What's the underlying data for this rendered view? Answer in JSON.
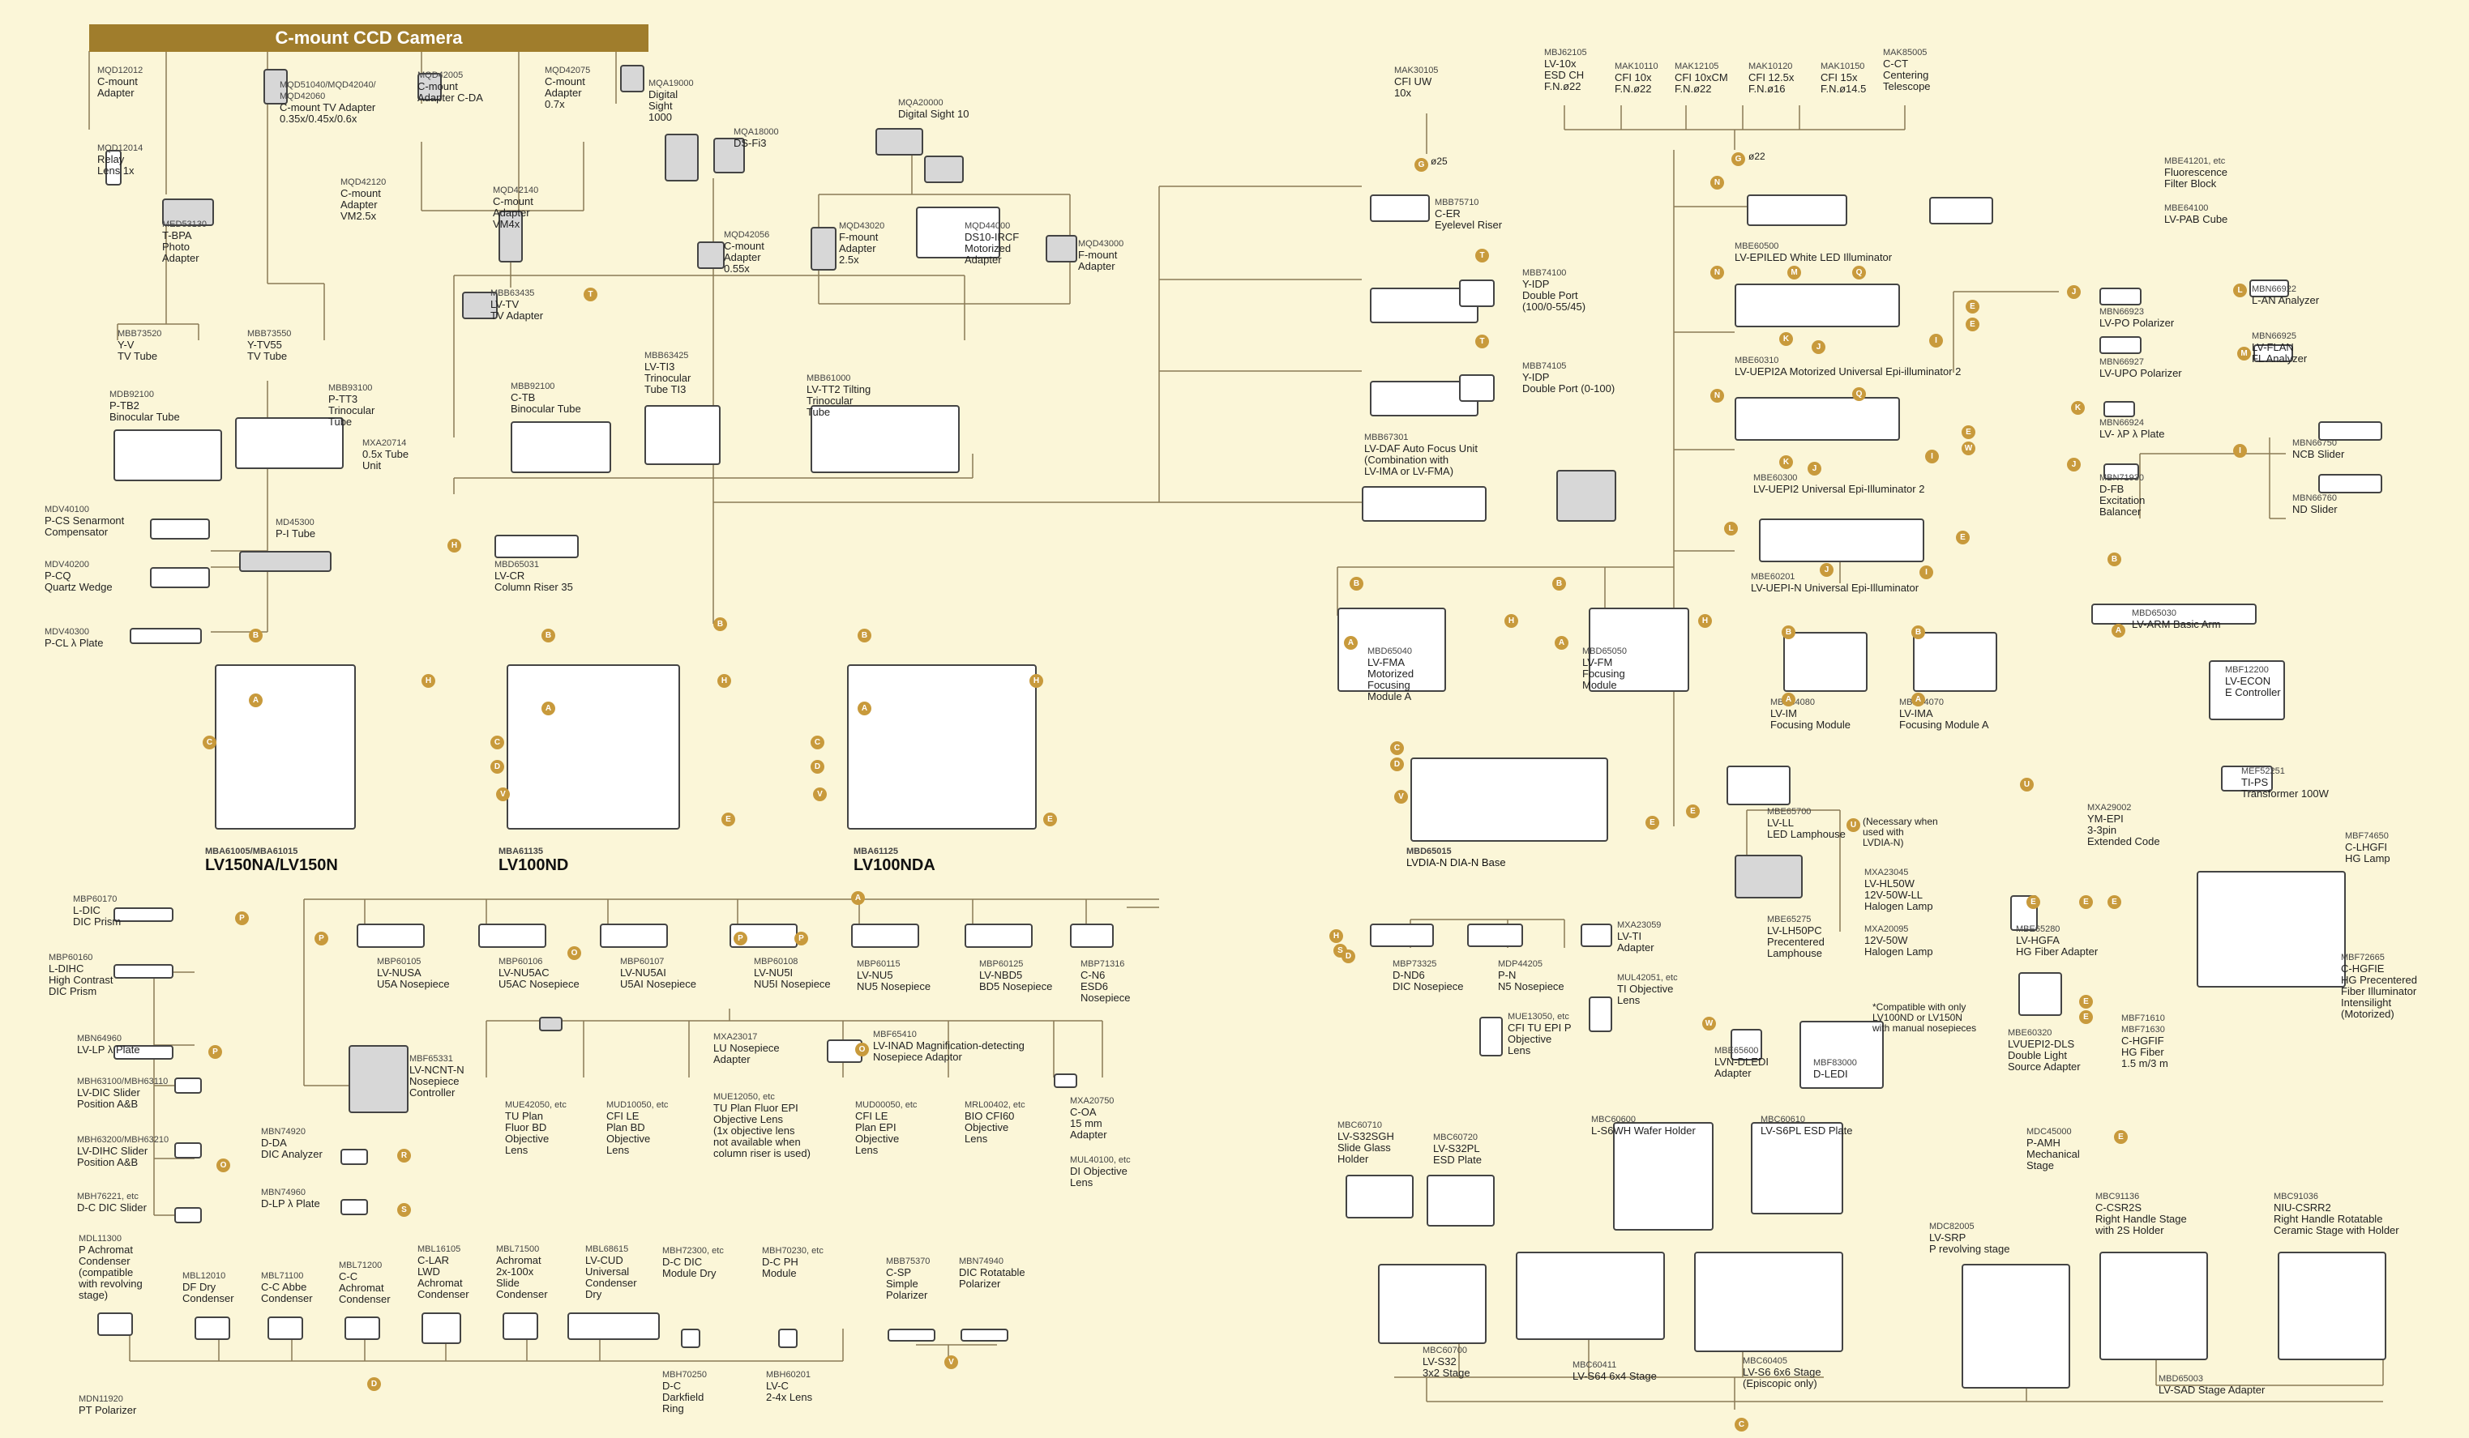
{
  "header": {
    "title": "C-mount CCD Camera"
  },
  "colors": {
    "background": "#fbf6d8",
    "header": "#a07d2c",
    "badge": "#c89a3c",
    "line": "#8a7a55"
  },
  "components": [
    {
      "id": "c-mount-adapter",
      "code": "MQD12012",
      "label": "C-mount\nAdapter"
    },
    {
      "id": "relay-lens",
      "code": "MQD12014",
      "label": "Relay\nLens 1x"
    },
    {
      "id": "c-mount-tv-adapter",
      "code": "MQD51040/MQD42040/\nMQD42060",
      "label": "C-mount TV Adapter\n0.35x/0.45x/0.6x"
    },
    {
      "id": "c-mount-adapter-cda",
      "code": "MQD42005",
      "label": "C-mount\nAdapter C-DA"
    },
    {
      "id": "c-mount-adapter-07",
      "code": "MQD42075",
      "label": "C-mount\nAdapter\n0.7x"
    },
    {
      "id": "digital-sight-1000",
      "code": "MQA19000",
      "label": "Digital\nSight\n1000"
    },
    {
      "id": "ds-fi3",
      "code": "MQA18000",
      "label": "DS-Fi3"
    },
    {
      "id": "digital-sight-10",
      "code": "MQA20000",
      "label": "Digital Sight 10"
    },
    {
      "id": "cfi-uw",
      "code": "MAK30105",
      "label": "CFI UW\n10x"
    },
    {
      "id": "lv-10x-esd",
      "code": "MBJ62105",
      "label": "LV-10x\nESD CH\nF.N.ø22"
    },
    {
      "id": "cfi-10x",
      "code": "MAK10110",
      "label": "CFI 10x\nF.N.ø22"
    },
    {
      "id": "cfi-10x-cm",
      "code": "MAK12105",
      "label": "CFI 10xCM\nF.N.ø22"
    },
    {
      "id": "cfi-12-5x",
      "code": "MAK10120",
      "label": "CFI 12.5x\nF.N.ø16"
    },
    {
      "id": "cfi-15x",
      "code": "MAK10150",
      "label": "CFI 15x\nF.N.ø14.5"
    },
    {
      "id": "c-ct",
      "code": "MAK85005",
      "label": "C-CT\nCentering\nTelescope"
    },
    {
      "id": "fluo-filter-block",
      "code": "MBE41201, etc",
      "label": "Fluorescence\nFilter Block"
    },
    {
      "id": "lv-pab-cube",
      "code": "MBE64100",
      "label": "LV-PAB Cube"
    },
    {
      "id": "t-bpa",
      "code": "MED53130",
      "label": "T-BPA\nPhoto\nAdapter"
    },
    {
      "id": "c-mount-vm25",
      "code": "MQD42120",
      "label": "C-mount\nAdapter\nVM2.5x"
    },
    {
      "id": "c-mount-vm4",
      "code": "MQD42140",
      "label": "C-mount\nAdapter\nVM4x"
    },
    {
      "id": "c-mount-055",
      "code": "MQD42056",
      "label": "C-mount\nAdapter\n0.55x"
    },
    {
      "id": "f-mount-25",
      "code": "MQD43020",
      "label": "F-mount\nAdapter\n2.5x"
    },
    {
      "id": "ds10-ircf",
      "code": "MQD44000",
      "label": "DS10-IRCF\nMotorized\nAdapter"
    },
    {
      "id": "f-mount",
      "code": "MQD43000",
      "label": "F-mount\nAdapter"
    },
    {
      "id": "c-er",
      "code": "MBB75710",
      "label": "C-ER\nEyelevel Riser"
    },
    {
      "id": "lv-epiled",
      "code": "MBE60500",
      "label": "LV-EPILED White LED Illuminator"
    },
    {
      "id": "lv-tv",
      "code": "MBB63435",
      "label": "LV-TV\nTV Adapter"
    },
    {
      "id": "y-idp-1",
      "code": "MBB74100",
      "label": "Y-IDP\nDouble Port\n(100/0-55/45)"
    },
    {
      "id": "y-v",
      "code": "MBB73520",
      "label": "Y-V\nTV Tube"
    },
    {
      "id": "y-tv55",
      "code": "MBB73550",
      "label": "Y-TV55\nTV Tube"
    },
    {
      "id": "lv-ti3",
      "code": "MBB63425",
      "label": "LV-TI3\nTrinocular\nTube TI3"
    },
    {
      "id": "lv-uepi2a",
      "code": "MBE60310",
      "label": "LV-UEPI2A Motorized Universal Epi-illuminator 2"
    },
    {
      "id": "lv-tt2",
      "code": "MBB61000",
      "label": "LV-TT2 Tilting\nTrinocular\nTube"
    },
    {
      "id": "y-idp-2",
      "code": "MBB74105",
      "label": "Y-IDP\nDouble Port (0-100)"
    },
    {
      "id": "p-tt3",
      "code": "MBB93100",
      "label": "P-TT3\nTrinocular\nTube"
    },
    {
      "id": "p-tb2",
      "code": "MDB92100",
      "label": "P-TB2\nBinocular Tube"
    },
    {
      "id": "c-tb",
      "code": "MBB92100",
      "label": "C-TB\nBinocular Tube"
    },
    {
      "id": "tube-unit",
      "code": "MXA20714",
      "label": "0.5x Tube\nUnit"
    },
    {
      "id": "lv-daf",
      "code": "MBB67301",
      "label": "LV-DAF Auto Focus Unit\n(Combination with\nLV-IMA or LV-FMA)"
    },
    {
      "id": "lv-uepi2",
      "code": "MBE60300",
      "label": "LV-UEPI2 Universal Epi-Illuminator 2"
    },
    {
      "id": "p-cs",
      "code": "MDV40100",
      "label": "P-CS Senarmont\nCompensator"
    },
    {
      "id": "p-i-tube",
      "code": "MD45300",
      "label": "P-I Tube"
    },
    {
      "id": "p-cq",
      "code": "MDV40200",
      "label": "P-CQ\nQuartz Wedge"
    },
    {
      "id": "lv-cr",
      "code": "MBD65031",
      "label": "LV-CR\nColumn Riser 35"
    },
    {
      "id": "p-cl",
      "code": "MDV40300",
      "label": "P-CL λ Plate"
    },
    {
      "id": "lv-uepi-n",
      "code": "MBE60201",
      "label": "LV-UEPI-N Universal Epi-Illuminator"
    },
    {
      "id": "lv-po",
      "code": "MBN66923",
      "label": "LV-PO Polarizer"
    },
    {
      "id": "lv-upo",
      "code": "MBN66927",
      "label": "LV-UPO Polarizer"
    },
    {
      "id": "l-an",
      "code": "MBN66922",
      "label": "L-AN Analyzer"
    },
    {
      "id": "lv-flan",
      "code": "MBN66925",
      "label": "LV-FLAN\nFL Analyzer"
    },
    {
      "id": "lv-lambda",
      "code": "MBN66924",
      "label": "LV- λP λ Plate"
    },
    {
      "id": "d-fb",
      "code": "MBN71930",
      "label": "D-FB\nExcitation\nBalancer"
    },
    {
      "id": "ncb-slider",
      "code": "MBN66750",
      "label": "NCB Slider"
    },
    {
      "id": "nd-slider",
      "code": "MBN66760",
      "label": "ND Slider"
    },
    {
      "id": "lv-arm",
      "code": "MBD65030",
      "label": "LV-ARM Basic Arm"
    },
    {
      "id": "lv-fma",
      "code": "MBD65040",
      "label": "LV-FMA\nMotorized\nFocusing\nModule A"
    },
    {
      "id": "lv-fm",
      "code": "MBD65050",
      "label": "LV-FM\nFocusing\nModule"
    },
    {
      "id": "lv-im",
      "code": "MBD64080",
      "label": "LV-IM\nFocusing Module"
    },
    {
      "id": "lv-ima",
      "code": "MBD64070",
      "label": "LV-IMA\nFocusing Module A"
    },
    {
      "id": "lv-econ",
      "code": "MBF12200",
      "label": "LV-ECON\nE Controller"
    },
    {
      "id": "ti-ps",
      "code": "MEF52251",
      "label": "TI-PS\nTransformer 100W"
    },
    {
      "id": "lv-ll",
      "code": "MBE65700",
      "label": "LV-LL\nLED Lamphouse"
    },
    {
      "id": "lv-lh50pc",
      "code": "MBE65275",
      "label": "LV-LH50PC\nPrecentered\nLamphouse"
    },
    {
      "id": "lv-hl50w",
      "code": "MXA23045",
      "label": "LV-HL50W\n12V-50W-LL\nHalogen Lamp"
    },
    {
      "id": "halogen-12v",
      "code": "MXA20095",
      "label": "12V-50W\nHalogen Lamp"
    },
    {
      "id": "ym-epi",
      "code": "MXA29002",
      "label": "YM-EPI\n3-3pin\nExtended Code"
    },
    {
      "id": "c-lhgfi",
      "code": "MBF74650",
      "label": "C-LHGFI\nHG Lamp"
    },
    {
      "id": "l-dic",
      "code": "MBP60170",
      "label": "L-DIC\nDIC Prism"
    },
    {
      "id": "l-dihc",
      "code": "MBP60160",
      "label": "L-DIHC\nHigh Contrast\nDIC Prism"
    },
    {
      "id": "lv-lp",
      "code": "MBN64960",
      "label": "LV-LP λ Plate"
    },
    {
      "id": "lv-nusa",
      "code": "MBP60105",
      "label": "LV-NUSA\nU5A Nosepiece"
    },
    {
      "id": "lv-nu5ac",
      "code": "MBP60106",
      "label": "LV-NU5AC\nU5AC Nosepiece"
    },
    {
      "id": "lv-nu5ai",
      "code": "MBP60107",
      "label": "LV-NU5AI\nU5AI Nosepiece"
    },
    {
      "id": "lv-nu5i",
      "code": "MBP60108",
      "label": "LV-NU5I\nNU5I Nosepiece"
    },
    {
      "id": "lv-nu5",
      "code": "MBP60115",
      "label": "LV-NU5\nNU5 Nosepiece"
    },
    {
      "id": "lv-nbd5",
      "code": "MBP60125",
      "label": "LV-NBD5\nBD5 Nosepiece"
    },
    {
      "id": "c-n6",
      "code": "MBP71316",
      "label": "C-N6\nESD6\nNosepiece"
    },
    {
      "id": "d-nd6",
      "code": "MBP73325",
      "label": "D-ND6\nDIC Nosepiece"
    },
    {
      "id": "p-n",
      "code": "MDP44205",
      "label": "P-N\nN5 Nosepiece"
    },
    {
      "id": "lv-ti",
      "code": "MXA23059",
      "label": "LV-TI\nAdapter"
    },
    {
      "id": "ti-objective",
      "code": "MUL42051, etc",
      "label": "TI Objective\nLens"
    },
    {
      "id": "cfi-tu-epi-p",
      "code": "MUE13050, etc",
      "label": "CFI TU EPI P\nObjective\nLens"
    },
    {
      "id": "lv-ncnt-n",
      "code": "MBF65331",
      "label": "LV-NCNT-N\nNosepiece\nController"
    },
    {
      "id": "lu-nosepiece",
      "code": "MXA23017",
      "label": "LU Nosepiece\nAdapter"
    },
    {
      "id": "lv-inad",
      "code": "MBF65410",
      "label": "LV-INAD Magnification-detecting\nNosepiece Adaptor"
    },
    {
      "id": "lv-dic-slider",
      "code": "MBH63100/MBH63110",
      "label": "LV-DIC Slider\nPosition A&B"
    },
    {
      "id": "lv-dihc-slider",
      "code": "MBH63200/MBH63210",
      "label": "LV-DIHC Slider\nPosition A&B"
    },
    {
      "id": "d-dc-slider",
      "code": "MBH76221, etc",
      "label": "D-C DIC Slider"
    },
    {
      "id": "d-da",
      "code": "MBN74920",
      "label": "D-DA\nDIC Analyzer"
    },
    {
      "id": "d-lp",
      "code": "MBN74960",
      "label": "D-LP λ Plate"
    },
    {
      "id": "tu-plan-fluor-bd",
      "code": "MUE42050, etc",
      "label": "TU Plan\nFluor BD\nObjective\nLens"
    },
    {
      "id": "cfi-le",
      "code": "MUD10050, etc",
      "label": "CFI LE\nPlan BD\nObjective\nLens"
    },
    {
      "id": "tu-plan-fluor-epi",
      "code": "MUE12050, etc",
      "label": "TU Plan Fluor EPI\nObjective Lens\n(1x objective lens\nnot available when\ncolumn riser is used)"
    },
    {
      "id": "cfi-le-plan-epi",
      "code": "MUD00050, etc",
      "label": "CFI LE\nPlan EPI\nObjective\nLens"
    },
    {
      "id": "bio-cfi60",
      "code": "MRL00402, etc",
      "label": "BIO CFI60\nObjective\nLens"
    },
    {
      "id": "c-oa",
      "code": "MXA20750",
      "label": "C-OA\n15 mm\nAdapter"
    },
    {
      "id": "di-objective",
      "code": "MUL40100, etc",
      "label": "DI Objective\nLens"
    },
    {
      "id": "lvn-dledi",
      "code": "MBE65600",
      "label": "LVN-DLEDI\nAdapter"
    },
    {
      "id": "d-ledi",
      "code": "MBF83000",
      "label": "D-LEDI"
    },
    {
      "id": "lv-hgfa",
      "code": "MBE65280",
      "label": "LV-HGFA\nHG Fiber Adapter"
    },
    {
      "id": "lvuepi2-dls",
      "code": "MBE60320",
      "label": "LVUEPI2-DLS\nDouble Light\nSource Adapter"
    },
    {
      "id": "c-hgfif",
      "code": "MBF71610\nMBF71630",
      "label": "C-HGFIF\nHG Fiber\n1.5 m/3 m"
    },
    {
      "id": "c-hgfie",
      "code": "MBF72665",
      "label": "C-HGFIE\nHG Precentered\nFiber Illuminator\nIntensilight\n(Motorized)"
    },
    {
      "id": "p-achromat",
      "code": "MDL11300",
      "label": "P Achromat\nCondenser\n(compatible\nwith revolving\nstage)"
    },
    {
      "id": "df-dry",
      "code": "MBL12010",
      "label": "DF Dry\nCondenser"
    },
    {
      "id": "c-c-abbe",
      "code": "MBL71100",
      "label": "C-C Abbe\nCondenser"
    },
    {
      "id": "c-c-achromat",
      "code": "MBL71200",
      "label": "C-C\nAchromat\nCondenser"
    },
    {
      "id": "c-lar",
      "code": "MBL16105",
      "label": "C-LAR\nLWD\nAchromat\nCondenser"
    },
    {
      "id": "achromat-slide",
      "code": "MBL71500",
      "label": "Achromat\n2x-100x\nSlide\nCondenser"
    },
    {
      "id": "lv-cud",
      "code": "MBL68615",
      "label": "LV-CUD\nUniversal\nCondenser\nDry"
    },
    {
      "id": "d-c-dic-module",
      "code": "MBH72300, etc",
      "label": "D-C DIC\nModule Dry"
    },
    {
      "id": "d-c-ph",
      "code": "MBH70230, etc",
      "label": "D-C PH\nModule"
    },
    {
      "id": "d-c-darkfield",
      "code": "MBH70250",
      "label": "D-C\nDarkfield\nRing"
    },
    {
      "id": "lv-c",
      "code": "MBH60201",
      "label": "LV-C\n2-4x Lens"
    },
    {
      "id": "pt-polarizer",
      "code": "MDN11920",
      "label": "PT Polarizer"
    },
    {
      "id": "c-sp",
      "code": "MBB75370",
      "label": "C-SP\nSimple\nPolarizer"
    },
    {
      "id": "dic-rotatable",
      "code": "MBN74940",
      "label": "DIC Rotatable\nPolarizer"
    },
    {
      "id": "lv-s32sgh",
      "code": "MBC60710",
      "label": "LV-S32SGH\nSlide Glass\nHolder"
    },
    {
      "id": "lv-s32pl",
      "code": "MBC60720",
      "label": "LV-S32PL\nESD Plate"
    },
    {
      "id": "l-s6wh",
      "code": "MBC60600",
      "label": "L-S6WH Wafer Holder"
    },
    {
      "id": "lv-s6pl",
      "code": "MBC60610",
      "label": "LV-S6PL ESD Plate"
    },
    {
      "id": "lv-s32",
      "code": "MBC60700",
      "label": "LV-S32\n3x2 Stage"
    },
    {
      "id": "lv-s64",
      "code": "MBC60411",
      "label": "LV-S64 6x4 Stage"
    },
    {
      "id": "lv-s6",
      "code": "MBC60405",
      "label": "LV-S6 6x6 Stage\n(Episcopic only)"
    },
    {
      "id": "p-amh",
      "code": "MDC45000",
      "label": "P-AMH\nMechanical\nStage"
    },
    {
      "id": "lv-srp",
      "code": "MDC82005",
      "label": "LV-SRP\nP revolving stage"
    },
    {
      "id": "c-csr2s",
      "code": "MBC91136",
      "label": "C-CSR2S\nRight Handle Stage\nwith 2S Holder"
    },
    {
      "id": "niu-csrr2",
      "code": "MBC91036",
      "label": "NIU-CSRR2\nRight Handle Rotatable\nCeramic Stage with Holder"
    },
    {
      "id": "lv-sad",
      "code": "MBD65003",
      "label": "LV-SAD Stage Adapter"
    }
  ],
  "stands": [
    {
      "id": "lv150na",
      "code": "MBA61005/MBA61015",
      "label": "LV150NA/LV150N"
    },
    {
      "id": "lv100nd",
      "code": "MBA61135",
      "label": "LV100ND"
    },
    {
      "id": "lv100nda",
      "code": "MBA61125",
      "label": "LV100NDA"
    },
    {
      "id": "lvdia-n",
      "code": "MBD65015",
      "label": "LVDIA-N DIA-N Base"
    }
  ],
  "notes": [
    {
      "id": "eyepiece-fn-22",
      "text": "ø22"
    },
    {
      "id": "cfi-uw-fn",
      "text": "ø25"
    },
    {
      "id": "lvdia-note",
      "text": "(Necessary when\nused with\nLVDIA-N)"
    },
    {
      "id": "dledi-note",
      "text": "*Compatible with only\nLV100ND or LV150N\nwith manual nosepieces"
    }
  ]
}
